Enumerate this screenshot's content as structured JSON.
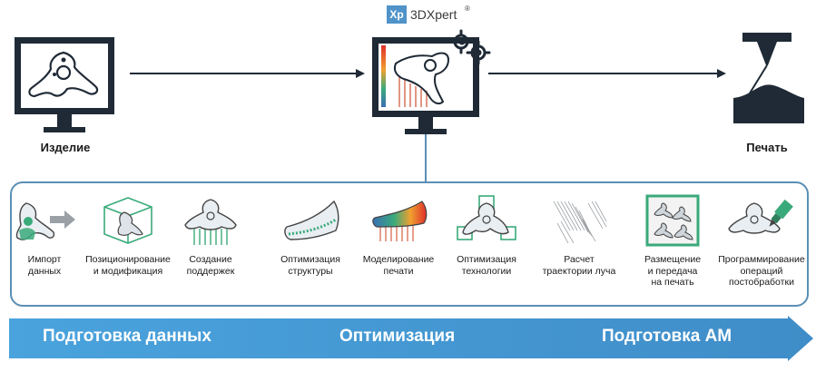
{
  "brand": {
    "logo_text": "Xp",
    "name": "3DXpert",
    "mark": "®"
  },
  "stages": [
    {
      "label": "Изделие"
    },
    {
      "label": ""
    },
    {
      "label": "Печать"
    }
  ],
  "steps": [
    {
      "label": "Импорт\nданных",
      "icon": "import-icon"
    },
    {
      "label": "Позиционирование\nи модификация",
      "icon": "positioning-icon"
    },
    {
      "label": "Создание\nподдержек",
      "icon": "supports-icon"
    },
    {
      "label": "Оптимизация\nструктуры",
      "icon": "structure-optimization-icon"
    },
    {
      "label": "Моделирование\nпечати",
      "icon": "print-simulation-icon"
    },
    {
      "label": "Оптимизация\nтехнологии",
      "icon": "technology-optimization-icon"
    },
    {
      "label": "Расчет\nтраектории луча",
      "icon": "beam-path-icon"
    },
    {
      "label": "Размещение\nи передача\nна печать",
      "icon": "nesting-icon"
    },
    {
      "label": "Программирование\nопераций\nпостобработки",
      "icon": "post-processing-icon"
    }
  ],
  "phases": [
    {
      "label": "Подготовка данных"
    },
    {
      "label": "Оптимизация"
    },
    {
      "label": "Подготовка АМ"
    }
  ],
  "colors": {
    "dark": "#1f2a36",
    "accent_blue": "#4f93c9",
    "panel_border": "#5b8fb5",
    "green": "#3aaa7a"
  }
}
